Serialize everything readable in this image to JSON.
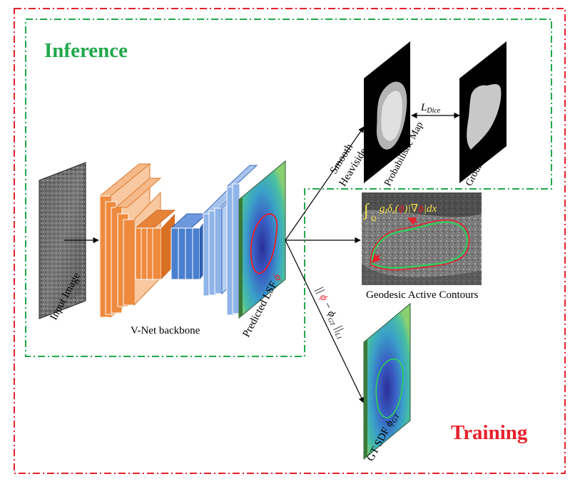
{
  "sections": {
    "inference": "Inference",
    "training": "Training"
  },
  "labels": {
    "input_image": "Input Image",
    "backbone": "V-Net backbone",
    "predicted_lsf": "Predicted LSF",
    "phi": "ϕ",
    "smooth": "Smooth",
    "heaviside": "Heaviside",
    "probabilistic_map": "Probabilistic Map",
    "ground_truth": "Ground Truth",
    "l_dice": "L",
    "l_dice_sub": "Dice",
    "gac_caption": "Geodesic Active Contours",
    "gac_formula_int": "∫",
    "gac_formula_omega": "Ω",
    "gac_formula_a": "g",
    "gac_formula_a_sub": "I",
    "gac_formula_b": "δ",
    "gac_formula_b_sub": "ε",
    "gac_formula_c": "(",
    "gac_formula_phi": "ϕ",
    "gac_formula_d": ")|∇",
    "gac_formula_e": "|dx",
    "l1_open": "||",
    "l1_phi": "ϕ",
    "l1_minus": " − ϕ",
    "l1_gt": "GT",
    "l1_close": " ||",
    "l1_sub": "L1",
    "gt_sdf": "GT SDF ϕ",
    "gt_sdf_sub": "GT"
  },
  "colors": {
    "inference_green": "#1fa84a",
    "training_red": "#e8202a",
    "orange": "#ef8a3d",
    "orange_dark": "#d96f22",
    "blue": "#4a7fd0",
    "blue_light": "#8fb4e8",
    "contour_red": "#e8202a",
    "contour_green": "#2fd05a",
    "formula_yellow": "#f4e04d"
  }
}
